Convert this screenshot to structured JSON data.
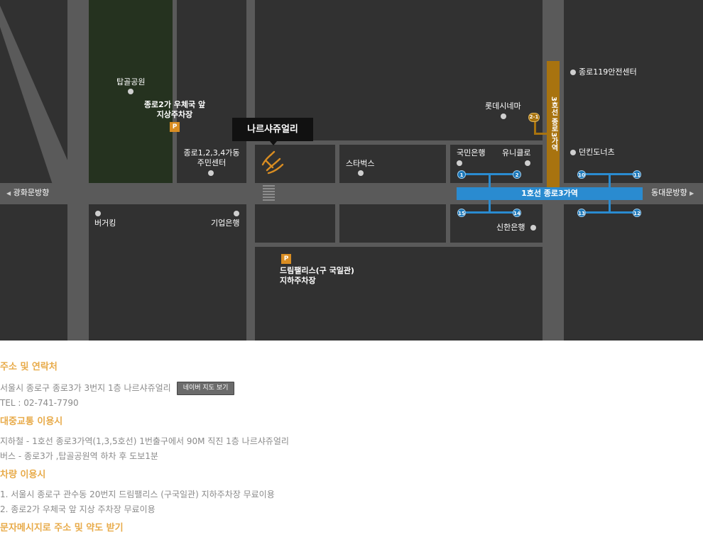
{
  "map": {
    "store_label": "나르샤쥬얼리",
    "line1_station": "1호선 종로3가역",
    "line3_station": "3호선 종로3가역",
    "line3_exit": "2-1",
    "direction_west": "광화문방향",
    "direction_east": "동대문방향",
    "parking_symbol": "P",
    "landmarks": {
      "tapgol": "탑골공원",
      "post_parking_1": "종로2가 우체국 앞",
      "post_parking_2": "지상주차장",
      "community_1": "종로1,2,3,4가동",
      "community_2": "주민센터",
      "starbucks": "스타벅스",
      "lotte": "롯데시네마",
      "kookmin": "국민은행",
      "uniqlo": "유니클로",
      "fire": "종로119안전센터",
      "dunkin": "던킨도너츠",
      "burgerking": "버거킹",
      "ibk": "기업은행",
      "shinhan": "신한은행",
      "dream_1": "드림팰리스(구 국일관)",
      "dream_2": "지하주차장"
    },
    "exits": {
      "e1": "1",
      "e2": "2",
      "e10": "10",
      "e11": "11",
      "e15": "15",
      "e14": "14",
      "e13": "13",
      "e12": "12"
    },
    "colors": {
      "map_bg": "#313131",
      "road": "#5a5a5a",
      "park": "#25321f",
      "line1": "#2a8bd0",
      "line3": "#a8730f",
      "parking": "#d98d22",
      "heading": "#e8ab4a"
    }
  },
  "info": {
    "address_heading": "주소 및 연락처",
    "address": "서울시 종로구 종로3가 3번지 1층 나르샤쥬얼리",
    "naver_button": "네이버 지도 보기",
    "tel": " TEL : 02-741-7790",
    "transit_heading": "대중교통 이용시",
    "subway": "지하철 - 1호선 종로3가역(1,3,5호선) 1번출구에서 90M 직진 1층 나르샤쥬얼리",
    "bus": "버스 - 종로3가 ,탑골공원역 하차 후 도보1분",
    "car_heading": "차량 이용시",
    "car_1": "1. 서울시 종로구 관수동 20번지 드림팰리스 (구국일관) 지하주차장 무료이용",
    "car_2": "2. 종로2가 우체국 앞 지상 주차장 무료이용",
    "sms_heading": "문자메시지로 주소 및 약도 받기"
  }
}
